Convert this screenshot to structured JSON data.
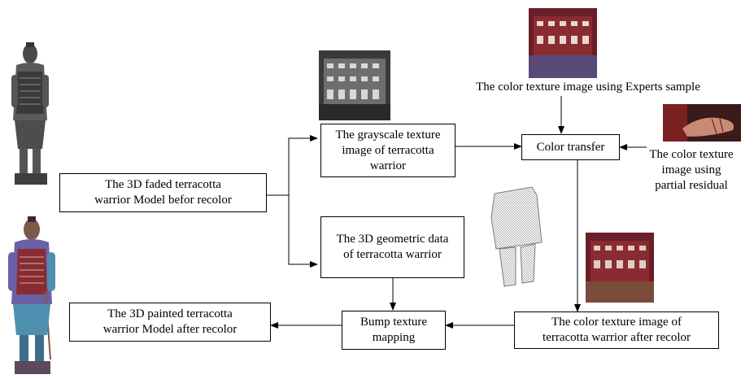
{
  "boxes": {
    "faded_model": "The 3D faded terracotta\nwarrior Model befor recolor",
    "grayscale": "The grayscale texture\nimage of terracotta\nwarrior",
    "color_transfer": "Color transfer",
    "geometric": "The 3D geometric data\nof terracotta warrior",
    "bump": "Bump texture\nmapping",
    "painted_model": "The 3D painted terracotta\nwarrior Model after recolor",
    "color_after": "The color texture image of\nterracotta warrior after recolor"
  },
  "labels": {
    "experts": "The color texture image using Experts sample",
    "partial": "The color texture\nimage using\npartial residual"
  },
  "colors": {
    "line": "#000000",
    "warrior_faded": "#5a5a5a",
    "warrior_painted": "#6b5fa6",
    "texture_red": "#8a2b32",
    "texture_gray": "#8c8c8c"
  }
}
